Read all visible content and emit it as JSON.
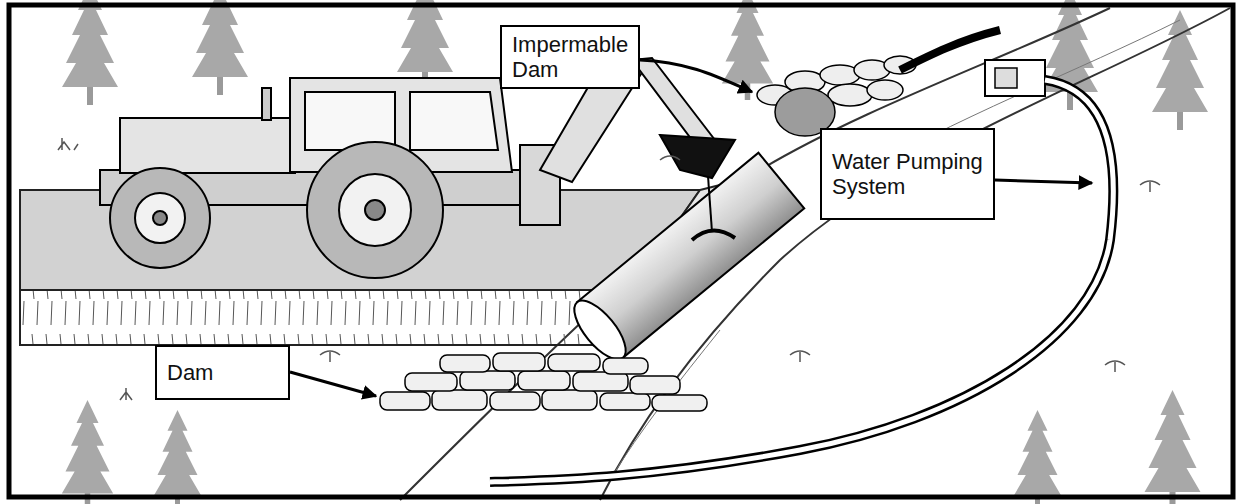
{
  "diagram": {
    "nodes": [
      {
        "text": [
          "Impermable Dam"
        ]
      },
      {
        "text": [
          "Water Pumping System"
        ]
      },
      {
        "text": [
          "Dam"
        ]
      }
    ]
  }
}
